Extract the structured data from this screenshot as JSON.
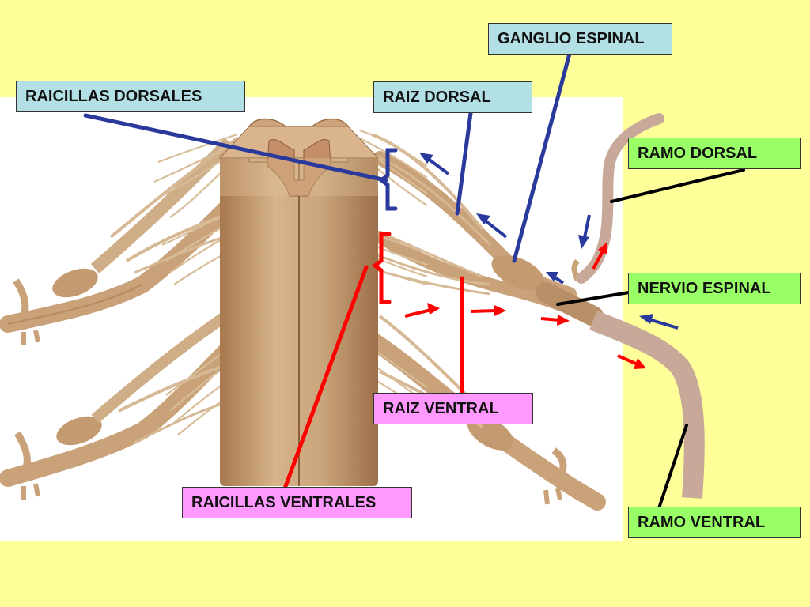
{
  "colors": {
    "slide_background": "#ffff99",
    "illustration_background": "#ffffff",
    "tissue": "#c9a27a",
    "dorsal_pointer": "#2a3a9c",
    "ventral_pointer": "#ff0000",
    "branch_pointer": "#000000",
    "peripheral_branch": "#c8a898"
  },
  "labels": {
    "ganglio_espinal": "GANGLIO ESPINAL",
    "raicillas_dorsales": "RAICILLAS DORSALES",
    "raiz_dorsal": "RAIZ DORSAL",
    "ramo_dorsal": "RAMO DORSAL",
    "nervio_espinal": "NERVIO ESPINAL",
    "raiz_ventral": "RAIZ VENTRAL",
    "raicillas_ventrales": "RAICILLAS VENTRALES",
    "ramo_ventral": "RAMO VENTRAL"
  },
  "arrows": {
    "blue_direction": "afferent (toward spinal cord)",
    "red_direction": "efferent (away from spinal cord)"
  }
}
